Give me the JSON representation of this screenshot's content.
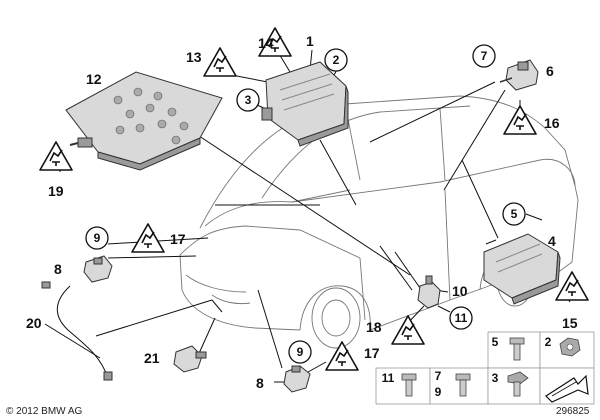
{
  "callouts": {
    "c1": "1",
    "c2": "2",
    "c3": "3",
    "c4": "4",
    "c5": "5",
    "c6": "6",
    "c7": "7",
    "c8a": "8",
    "c8b": "8",
    "c9a": "9",
    "c9b": "9",
    "c10": "10",
    "c11": "11",
    "c12": "12",
    "c13": "13",
    "c14": "14",
    "c15": "15",
    "c16": "16",
    "c17a": "17",
    "c17b": "17",
    "c18": "18",
    "c19": "19",
    "c20": "20",
    "c21": "21"
  },
  "hardware_table": {
    "cells": [
      "5",
      "2",
      "11",
      "7",
      "9",
      "3"
    ]
  },
  "footer": {
    "copyright": "© 2012 BMW AG",
    "diagram_number": "296825"
  },
  "icons": {
    "warning": "airbag-warning-triangle-icon",
    "arrow": "direction-arrow-icon"
  },
  "colors": {
    "line": "#111111",
    "part": "#d9d9d9",
    "part_dark": "#9a9a9a"
  }
}
